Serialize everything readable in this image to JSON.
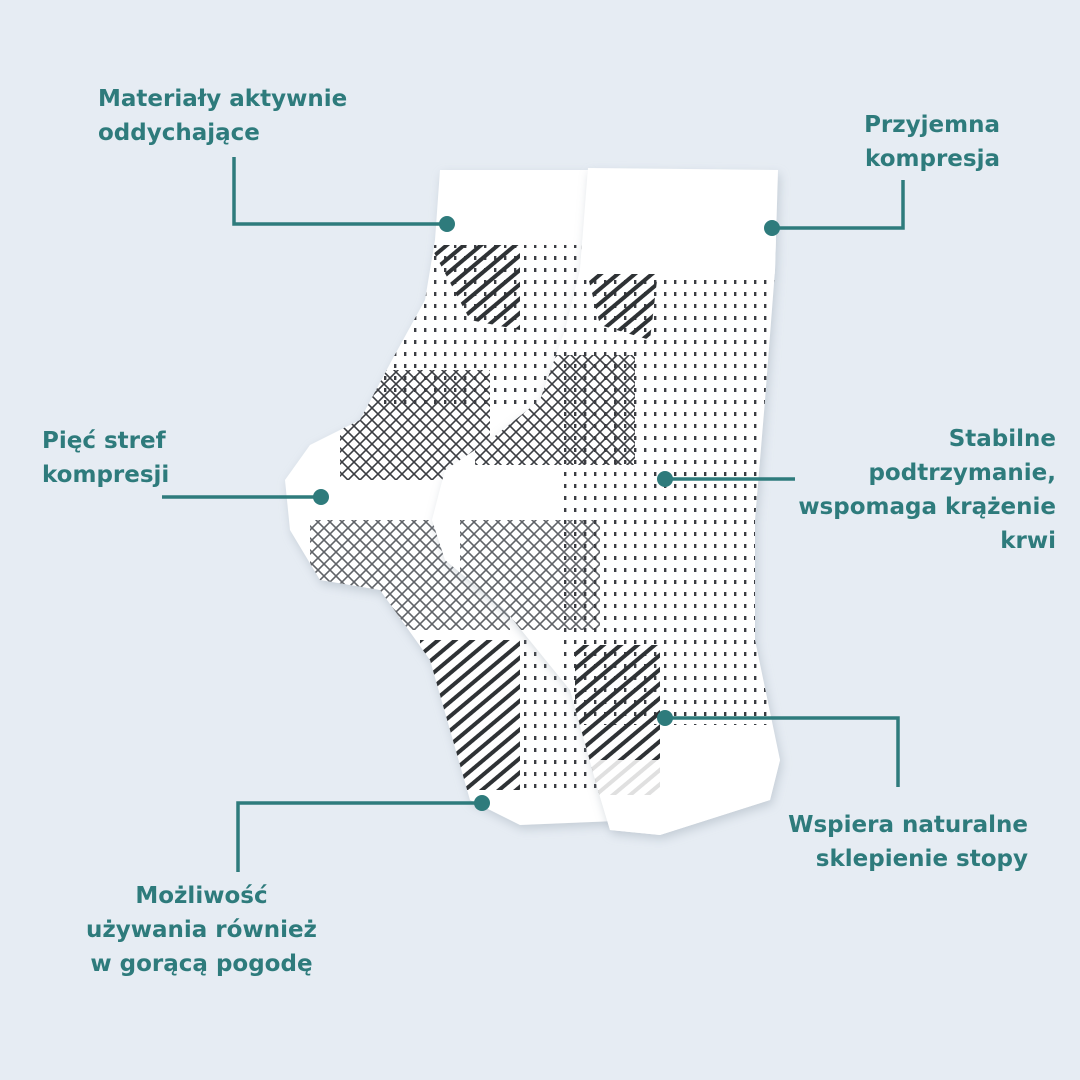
{
  "callouts": {
    "breathable": {
      "lines": [
        "Materiały aktywnie",
        "oddychające"
      ]
    },
    "compression": {
      "lines": [
        "Przyjemna",
        "kompresja"
      ]
    },
    "zones": {
      "lines": [
        "Pięć stref",
        "kompresji"
      ]
    },
    "stable": {
      "lines": [
        "Stabilne",
        "podtrzymanie,",
        "wspomaga krążenie",
        "krwi"
      ]
    },
    "arch": {
      "lines": [
        "Wspiera naturalne",
        "sklepienie stopy"
      ]
    },
    "hot": {
      "lines": [
        "Możliwość",
        "używania również",
        "w gorącą pogodę"
      ]
    }
  },
  "colors": {
    "accent": "#2e7b7c",
    "background": "#e6ecf3",
    "sock": "#ffffff",
    "knit": "#3a3d42"
  }
}
